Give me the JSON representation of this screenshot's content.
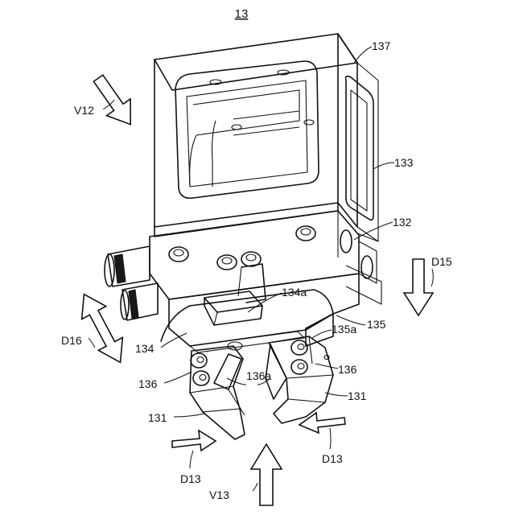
{
  "figure": {
    "number": "13"
  },
  "labels": {
    "l137": "137",
    "l133": "133",
    "l132": "132",
    "l134a": "134a",
    "l135a": "135a",
    "l135": "135",
    "l134": "134",
    "l136_left": "136",
    "l136a": "136a",
    "l136_right": "136",
    "l131_left": "131",
    "l131_right": "131",
    "lV12": "V12",
    "lD16": "D16",
    "lD15": "D15",
    "lD13_left": "D13",
    "lD13_right": "D13",
    "lV13": "V13"
  }
}
